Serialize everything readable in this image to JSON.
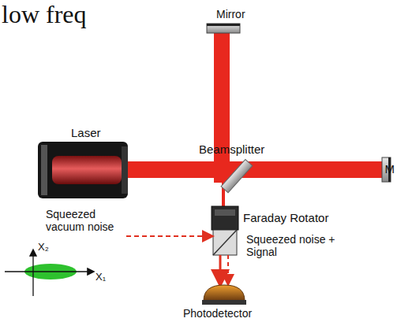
{
  "diagram": {
    "labels": [
      "low freq",
      "Mirror",
      "Laser",
      "Beamsplitter",
      "M",
      "Faraday Rotator",
      "Squeezed vacuum noise",
      "Squeezed noise + Signal",
      "Photodetector",
      "X₂",
      "X₁"
    ]
  }
}
